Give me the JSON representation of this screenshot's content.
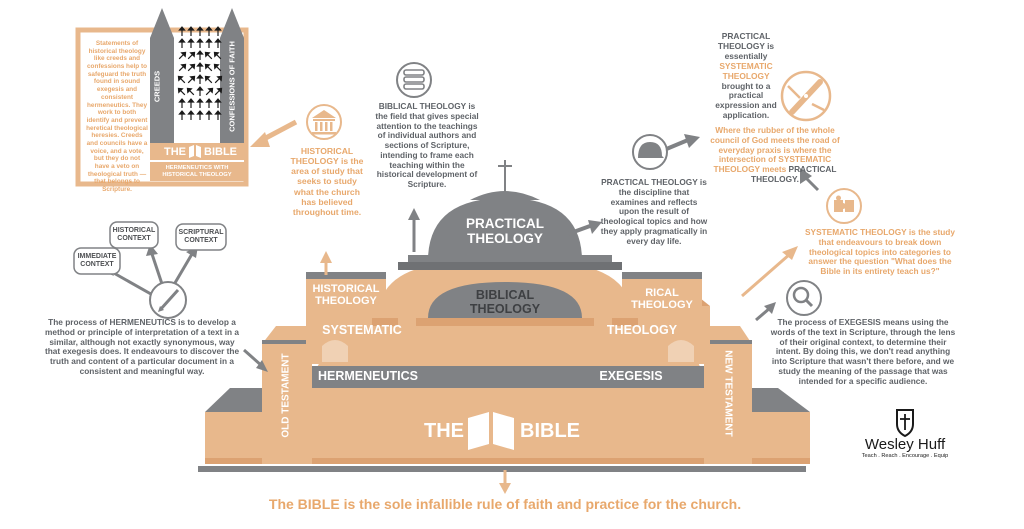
{
  "building": {
    "dome_title": "PRACTICAL\nTHEOLOGY",
    "biblical": "BIBLICAL\nTHEOLOGY",
    "historical": "HISTORICAL\nTHEOLOGY",
    "historical_right": "RICAL\nTHEOLOGY",
    "systematic_left": "SYSTEMATIC",
    "systematic_right": "THEOLOGY",
    "hermeneutics": "HERMENEUTICS",
    "exegesis": "EXEGESIS",
    "old_testament": "OLD TESTAMENT",
    "new_testament": "NEW TESTAMENT",
    "bible_left": "THE",
    "bible_right": "BIBLE"
  },
  "tower": {
    "creeds": "CREEDS",
    "confessions": "CONFESSIONS OF FAITH",
    "bible_left": "THE",
    "bible_right": "BIBLE",
    "subtitle": "HERMENEUTICS WITH HISTORICAL THEOLOGY",
    "description": "Statements of historical theology like creeds and confessions help to safeguard the truth found in sound exegesis and consistent hermeneutics. They work to both identify and prevent heretical theological heresies. Creeds and councils have a voice, and a vote, but they do not have a veto on theological truth — that belongs to Scripture."
  },
  "contexts": {
    "immediate": "IMMEDIATE\nCONTEXT",
    "historical": "HISTORICAL\nCONTEXT",
    "scriptural": "SCRIPTURAL\nCONTEXT"
  },
  "descriptions": {
    "historical": "HISTORICAL THEOLOGY is the area of study that seeks to study what the church has believed throughout time.",
    "biblical": "BIBLICAL THEOLOGY is the field that gives special attention to the teachings of individual authors and sections of Scripture, intending to frame each teaching within the historical development of Scripture.",
    "practical": "PRACTICAL THEOLOGY is the discipline that examines and reflects upon the result of theological topics and how they apply pragmatically in every day life.",
    "practical_top_1": "PRACTICAL THEOLOGY is essentially",
    "practical_top_2": "SYSTEMATIC THEOLOGY",
    "practical_top_3": "brought to a practical expression and application.",
    "rubber_1": "Where the rubber of the whole council of God meets the road of everyday praxis is where the intersection of SYSTEMATIC THEOLOGY meets",
    "rubber_2": "PRACTICAL THEOLOGY.",
    "systematic": "SYSTEMATIC THEOLOGY is the study that endeavours to break down theological topics into categories to answer the question \"What does the Bible in its entirety teach us?\"",
    "hermeneutics": "The process of HERMENEUTICS is to develop a method or principle of interpretation of a text in a similar, although not exactly synonymous, way that exegesis does. It endeavours to discover the truth and content of a particular document in a consistent and meaningful way.",
    "exegesis": "The process of EXEGESIS means using the words of the text in Scripture, through the lens of their original context, to determine their intent. By doing this, we don't read anything into Scripture that wasn't there before, and we study the meaning of the passage that was intended for a specific audience."
  },
  "brand": {
    "name": "Wesley Huff",
    "tagline": "Teach . Reach . Encourage . Equip"
  },
  "footer": "The BIBLE is the sole infallible rule of faith and practice for the church.",
  "colors": {
    "tan": "#e8b88c",
    "gray": "#808285",
    "dark": "#5f6368",
    "orange": "#e8a86c"
  }
}
